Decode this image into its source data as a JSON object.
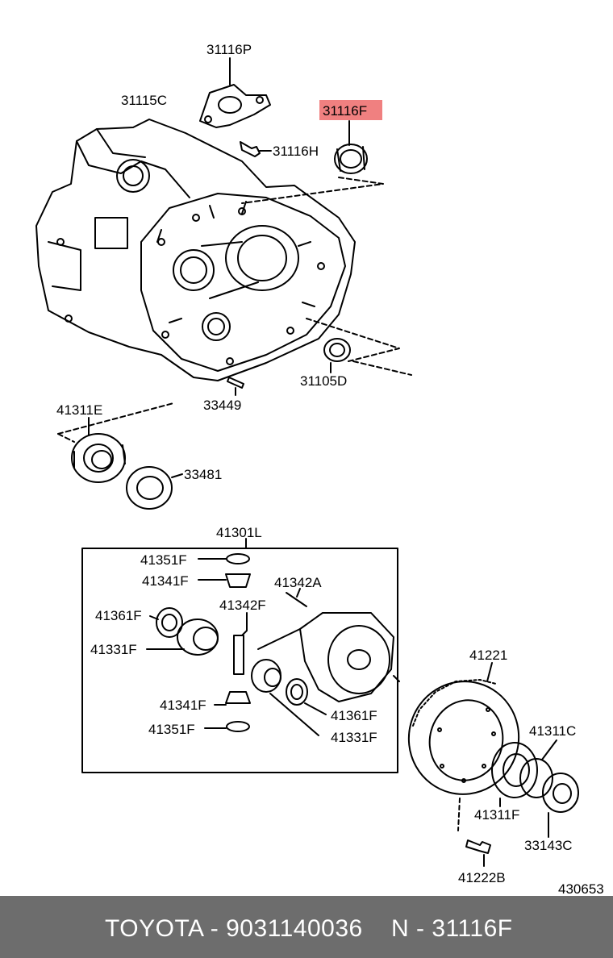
{
  "diagram": {
    "labels": {
      "p31116P": "31116P",
      "p31115C": "31115C",
      "p31116F": "31116F",
      "p31116H": "31116H",
      "p31105D": "31105D",
      "p33449": "33449",
      "p41311E": "41311E",
      "p33481": "33481",
      "p41301L": "41301L",
      "p41351F_a": "41351F",
      "p41341F_a": "41341F",
      "p41342A": "41342A",
      "p41342F": "41342F",
      "p41361F_a": "41361F",
      "p41331F_a": "41331F",
      "p41341F_b": "41341F",
      "p41351F_b": "41351F",
      "p41361F_b": "41361F",
      "p41331F_b": "41331F",
      "p41221": "41221",
      "p41311C": "41311C",
      "p41311F": "41311F",
      "p33143C": "33143C",
      "p41222B": "41222B",
      "figure_no": "430653"
    },
    "highlight_color": "#f08080"
  },
  "footer": {
    "left_text": "TOYOTA - 9031140036",
    "right_text": "N - 31116F",
    "background": "#6d6d6d"
  }
}
